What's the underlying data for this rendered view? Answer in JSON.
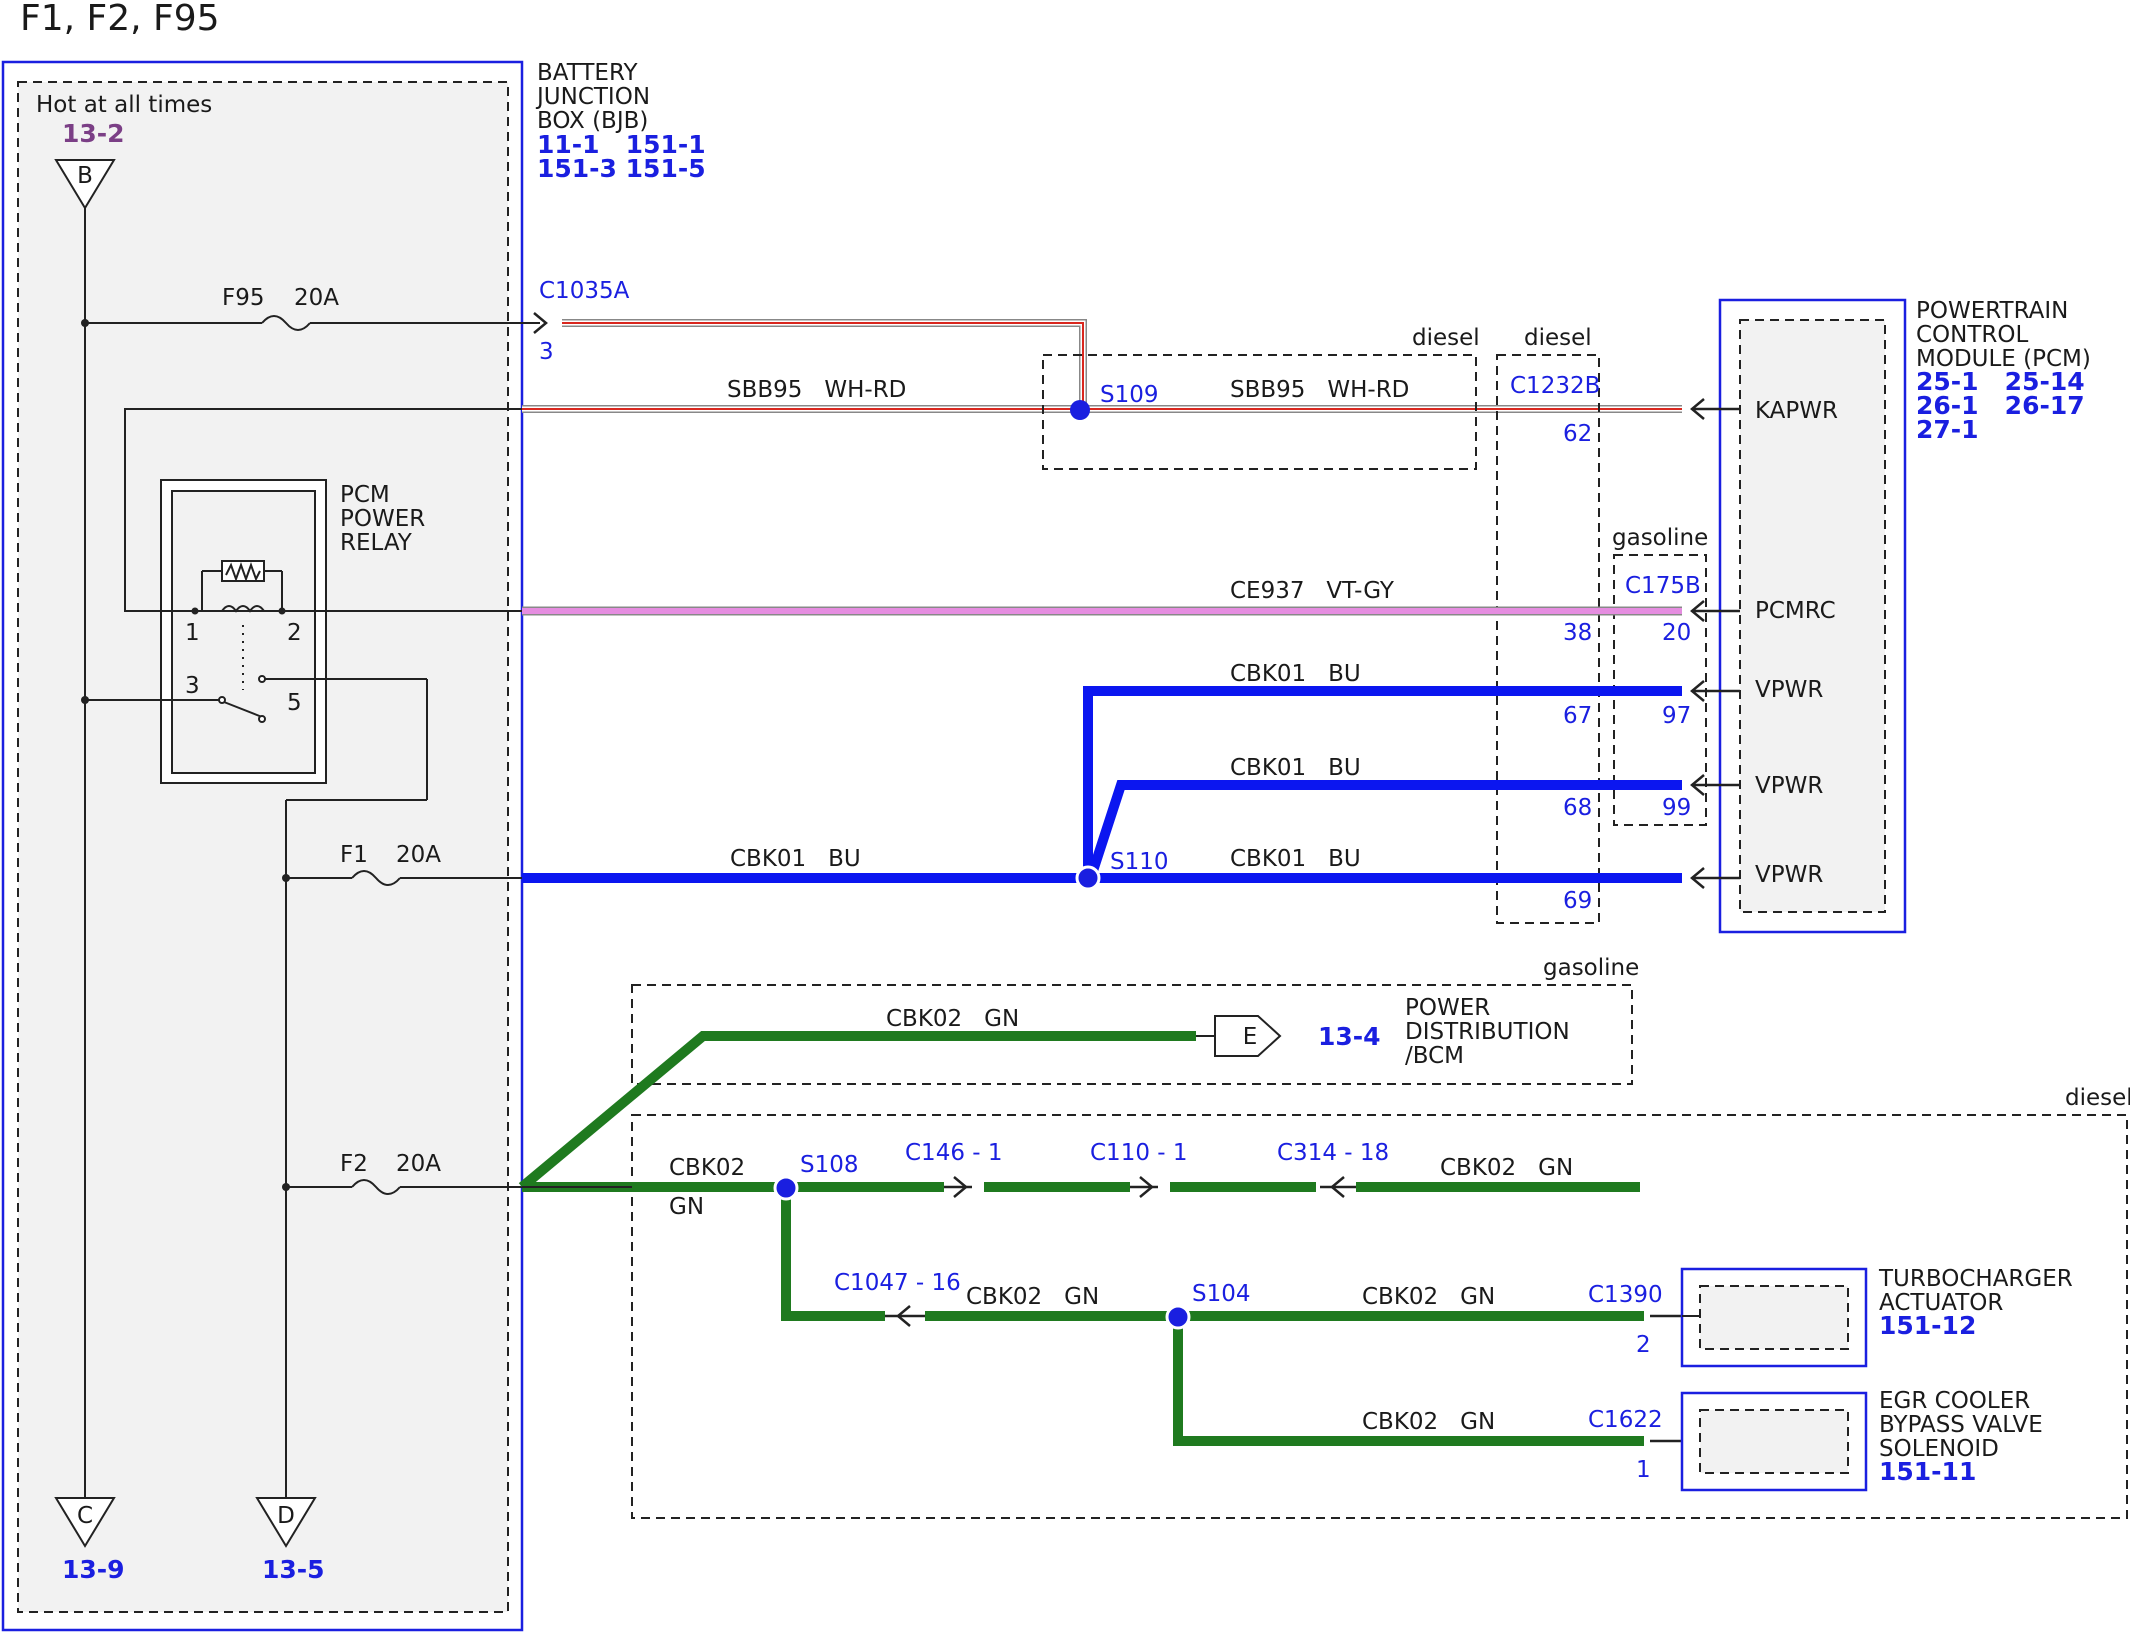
{
  "title": "F1, F2, F95",
  "hot_label": "Hot at all times",
  "bjb": {
    "name_lines": [
      "BATTERY",
      "JUNCTION",
      "BOX (BJB)"
    ],
    "ref_row1": "11-1   151-1",
    "ref_row2": "151-3 151-5"
  },
  "pcm": {
    "name_lines": [
      "POWERTRAIN",
      "CONTROL",
      "MODULE (PCM)"
    ],
    "ref_row1": "25-1   25-14",
    "ref_row2": "26-1   26-17",
    "ref_row3": "27-1",
    "pins": [
      "KAPWR",
      "PCMRC",
      "VPWR",
      "VPWR",
      "VPWR"
    ]
  },
  "relay": {
    "name_lines": [
      "PCM",
      "POWER",
      "RELAY"
    ],
    "pins": [
      "1",
      "2",
      "3",
      "5"
    ]
  },
  "offpage": {
    "top": {
      "letter": "B",
      "ref": "13-2"
    },
    "left_bottom": {
      "letter": "C",
      "ref": "13-9"
    },
    "right_bottom": {
      "letter": "D",
      "ref": "13-5"
    },
    "e": {
      "letter": "E",
      "ref": "13-4"
    }
  },
  "fuses": {
    "f95": {
      "name": "F95",
      "rating": "20A"
    },
    "f1": {
      "name": "F1",
      "rating": "20A"
    },
    "f2": {
      "name": "F2",
      "rating": "20A"
    }
  },
  "connectors": {
    "c1035a": "C1035A",
    "c1035a_pin": "3",
    "c1232b": "C1232B",
    "c175b": "C175B",
    "c146": "C146 - 1",
    "c110": "C110 - 1",
    "c314": "C314 - 18",
    "c1047": "C1047 - 16",
    "c1390": "C1390",
    "c1390_pin": "2",
    "c1622": "C1622",
    "c1622_pin": "1"
  },
  "c1232b_pins": [
    "62",
    "38",
    "67",
    "68",
    "69"
  ],
  "c175b_pins": [
    "20",
    "97",
    "99"
  ],
  "splices": {
    "s109": "S109",
    "s110": "S110",
    "s108": "S108",
    "s104": "S104"
  },
  "option_labels": {
    "diesel_s109": "diesel",
    "diesel_c1232b": "diesel",
    "gasoline_c175b": "gasoline",
    "gasoline_pd": "gasoline",
    "diesel_bottom": "diesel"
  },
  "wires": {
    "sbb95_left": "SBB95   WH-RD",
    "sbb95_right": "SBB95   WH-RD",
    "ce937": "CE937   VT-GY",
    "cbk01_1": "CBK01   BU",
    "cbk01_2": "CBK01   BU",
    "cbk01_left": "CBK01   BU",
    "cbk01_3": "CBK01   BU",
    "cbk02_pd": "CBK02   GN",
    "cbk02_s108_a": "CBK02",
    "cbk02_s108_b": "GN",
    "cbk02_right": "CBK02   GN",
    "cbk02_c1047": "CBK02   GN",
    "cbk02_s104": "CBK02   GN",
    "cbk02_c1622": "CBK02   GN"
  },
  "power_dist": {
    "lines": [
      "POWER",
      "DISTRIBUTION",
      "/BCM"
    ]
  },
  "turbo": {
    "lines": [
      "TURBOCHARGER",
      "ACTUATOR"
    ],
    "ref": "151-12"
  },
  "egr": {
    "lines": [
      "EGR COOLER",
      "BYPASS VALVE",
      "SOLENOID"
    ],
    "ref": "151-11"
  },
  "colors": {
    "box_blue": "#1a1fe0",
    "wire_blue": "#0b16f0",
    "wire_green": "#1f7a1f",
    "wire_red": "#d9281f",
    "wire_violet": "#e58de0",
    "ref_purple": "#7b3f86",
    "panel_grey": "#f2f2f2"
  }
}
